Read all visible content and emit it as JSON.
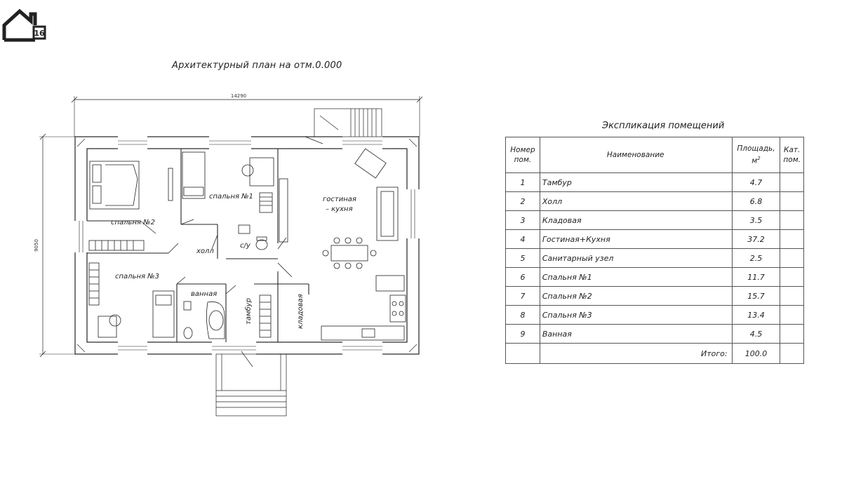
{
  "plan": {
    "title": "Архитектурный план на отм.0.000",
    "dim_width": "14290",
    "dim_height": "9050",
    "rooms": {
      "bedroom2": "спальня №2",
      "bedroom1": "спальня №1",
      "bedroom3": "спальня №3",
      "living_line1": "гостиная",
      "living_line2": "– кухня",
      "hall": "холл",
      "wc": "с/у",
      "bath": "ванная",
      "vestibule": "тамбур",
      "storage": "кладовая"
    }
  },
  "explication": {
    "title": "Экспликация помещений",
    "headers": {
      "num_line1": "Номер",
      "num_line2": "пом.",
      "name": "Наименование",
      "area_line1": "Площадь,",
      "area_unit": "м",
      "area_sup": "2",
      "cat_line1": "Кат.",
      "cat_line2": "пом."
    },
    "rows": [
      {
        "num": "1",
        "name": "Тамбур",
        "area": "4.7"
      },
      {
        "num": "2",
        "name": "Холл",
        "area": "6.8"
      },
      {
        "num": "3",
        "name": "Кладовая",
        "area": "3.5"
      },
      {
        "num": "4",
        "name": "Гостиная+Кухня",
        "area": "37.2"
      },
      {
        "num": "5",
        "name": "Санитарный узел",
        "area": "2.5"
      },
      {
        "num": "6",
        "name": "Спальня №1",
        "area": "11.7"
      },
      {
        "num": "7",
        "name": "Спальня №2",
        "area": "15.7"
      },
      {
        "num": "8",
        "name": "Спальня №3",
        "area": "13.4"
      },
      {
        "num": "9",
        "name": "Ванная",
        "area": "4.5"
      }
    ],
    "total_label": "Итого:",
    "total_value": "100.0"
  },
  "logo": {
    "number": "16"
  }
}
